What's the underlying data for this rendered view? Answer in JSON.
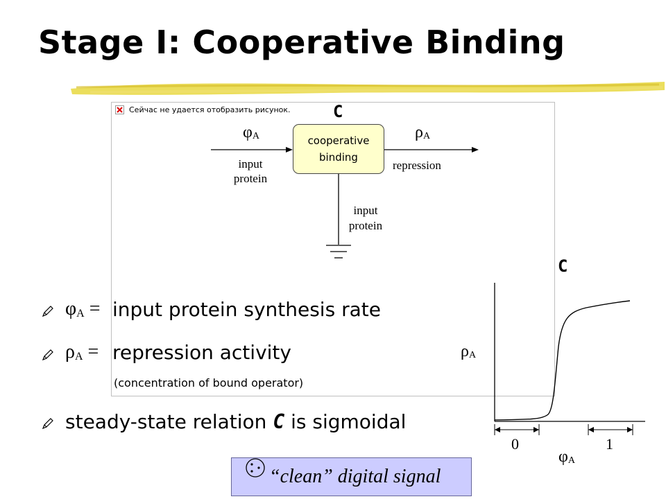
{
  "slide": {
    "title": "Stage I: Cooperative Binding",
    "broken_image_text": "Сейчас не удается отобразить рисунок."
  },
  "diagram": {
    "c_label": "C",
    "input_symbol": "φ",
    "output_symbol": "ρ",
    "subscript": "A",
    "box_line1": "cooperative",
    "box_line2": "binding",
    "left_label_line1": "input",
    "left_label_line2": "protein",
    "right_label": "repression",
    "bottom_label_line1": "input",
    "bottom_label_line2": "protein"
  },
  "bullets": [
    {
      "symbol": "φ",
      "subscript": "A",
      "equals": "=",
      "text": "input protein synthesis rate"
    },
    {
      "symbol": "ρ",
      "subscript": "A",
      "equals": "=",
      "text": "repression activity"
    },
    {
      "prefix": "steady-state relation ",
      "emph": "C",
      "suffix": " is sigmoidal"
    }
  ],
  "sub_note": "(concentration of bound operator)",
  "plot": {
    "c_label": "C",
    "y_symbol": "ρ",
    "x_symbol": "φ",
    "subscript": "A",
    "tick_0": "0",
    "tick_1": "1"
  },
  "callout": {
    "text": "“clean” digital signal"
  },
  "colors": {
    "box_fill": "#ffffcc",
    "callout_fill": "#ccccff",
    "title_underline": "#e8d840"
  }
}
